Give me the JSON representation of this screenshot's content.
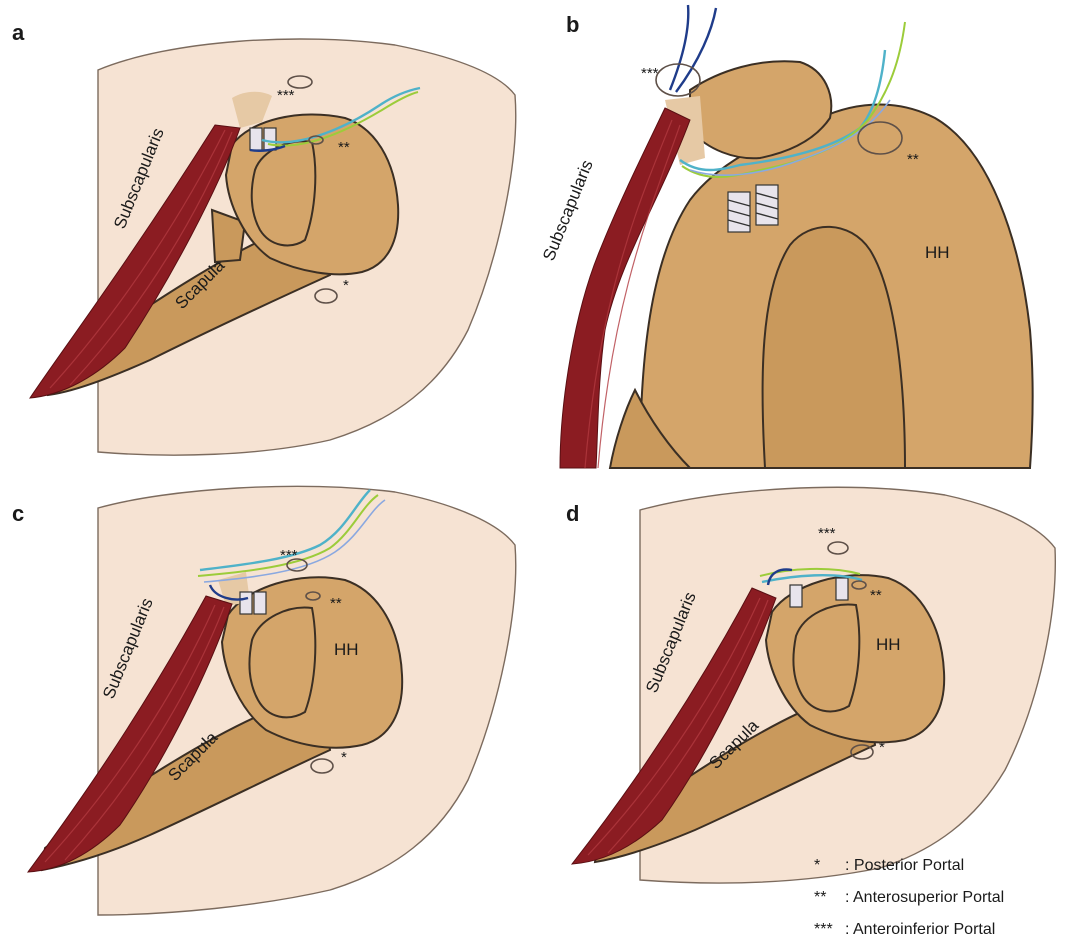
{
  "panels": {
    "a": {
      "label": "a",
      "subscapularis": "Subscapularis",
      "scapula": "Scapula",
      "portal_posterior": "*",
      "portal_anterosuperior": "**",
      "portal_anteroinferior": "***"
    },
    "b": {
      "label": "b",
      "subscapularis": "Subscapularis",
      "hh": "HH",
      "portal_anterosuperior": "**",
      "portal_anteroinferior": "***"
    },
    "c": {
      "label": "c",
      "subscapularis": "Subscapularis",
      "scapula": "Scapula",
      "hh": "HH",
      "portal_posterior": "*",
      "portal_anterosuperior": "**",
      "portal_anteroinferior": "***"
    },
    "d": {
      "label": "d",
      "subscapularis": "Subscapularis",
      "scapula": "Scapula",
      "hh": "HH",
      "portal_posterior": "*",
      "portal_anterosuperior": "**",
      "portal_anteroinferior": "***"
    }
  },
  "legend": [
    {
      "symbol": "*",
      "text": ": Posterior Portal"
    },
    {
      "symbol": "**",
      "text": ": Anterosuperior Portal"
    },
    {
      "symbol": "***",
      "text": ": Anteroinferior Portal"
    }
  ],
  "colors": {
    "muscle": "#8b1c22",
    "bone": "#d4a56a",
    "skin": "#f6e3d3",
    "suture_cyan": "#4fb2c9",
    "suture_green": "#9ccc3a",
    "suture_navy": "#1f3c8a"
  }
}
